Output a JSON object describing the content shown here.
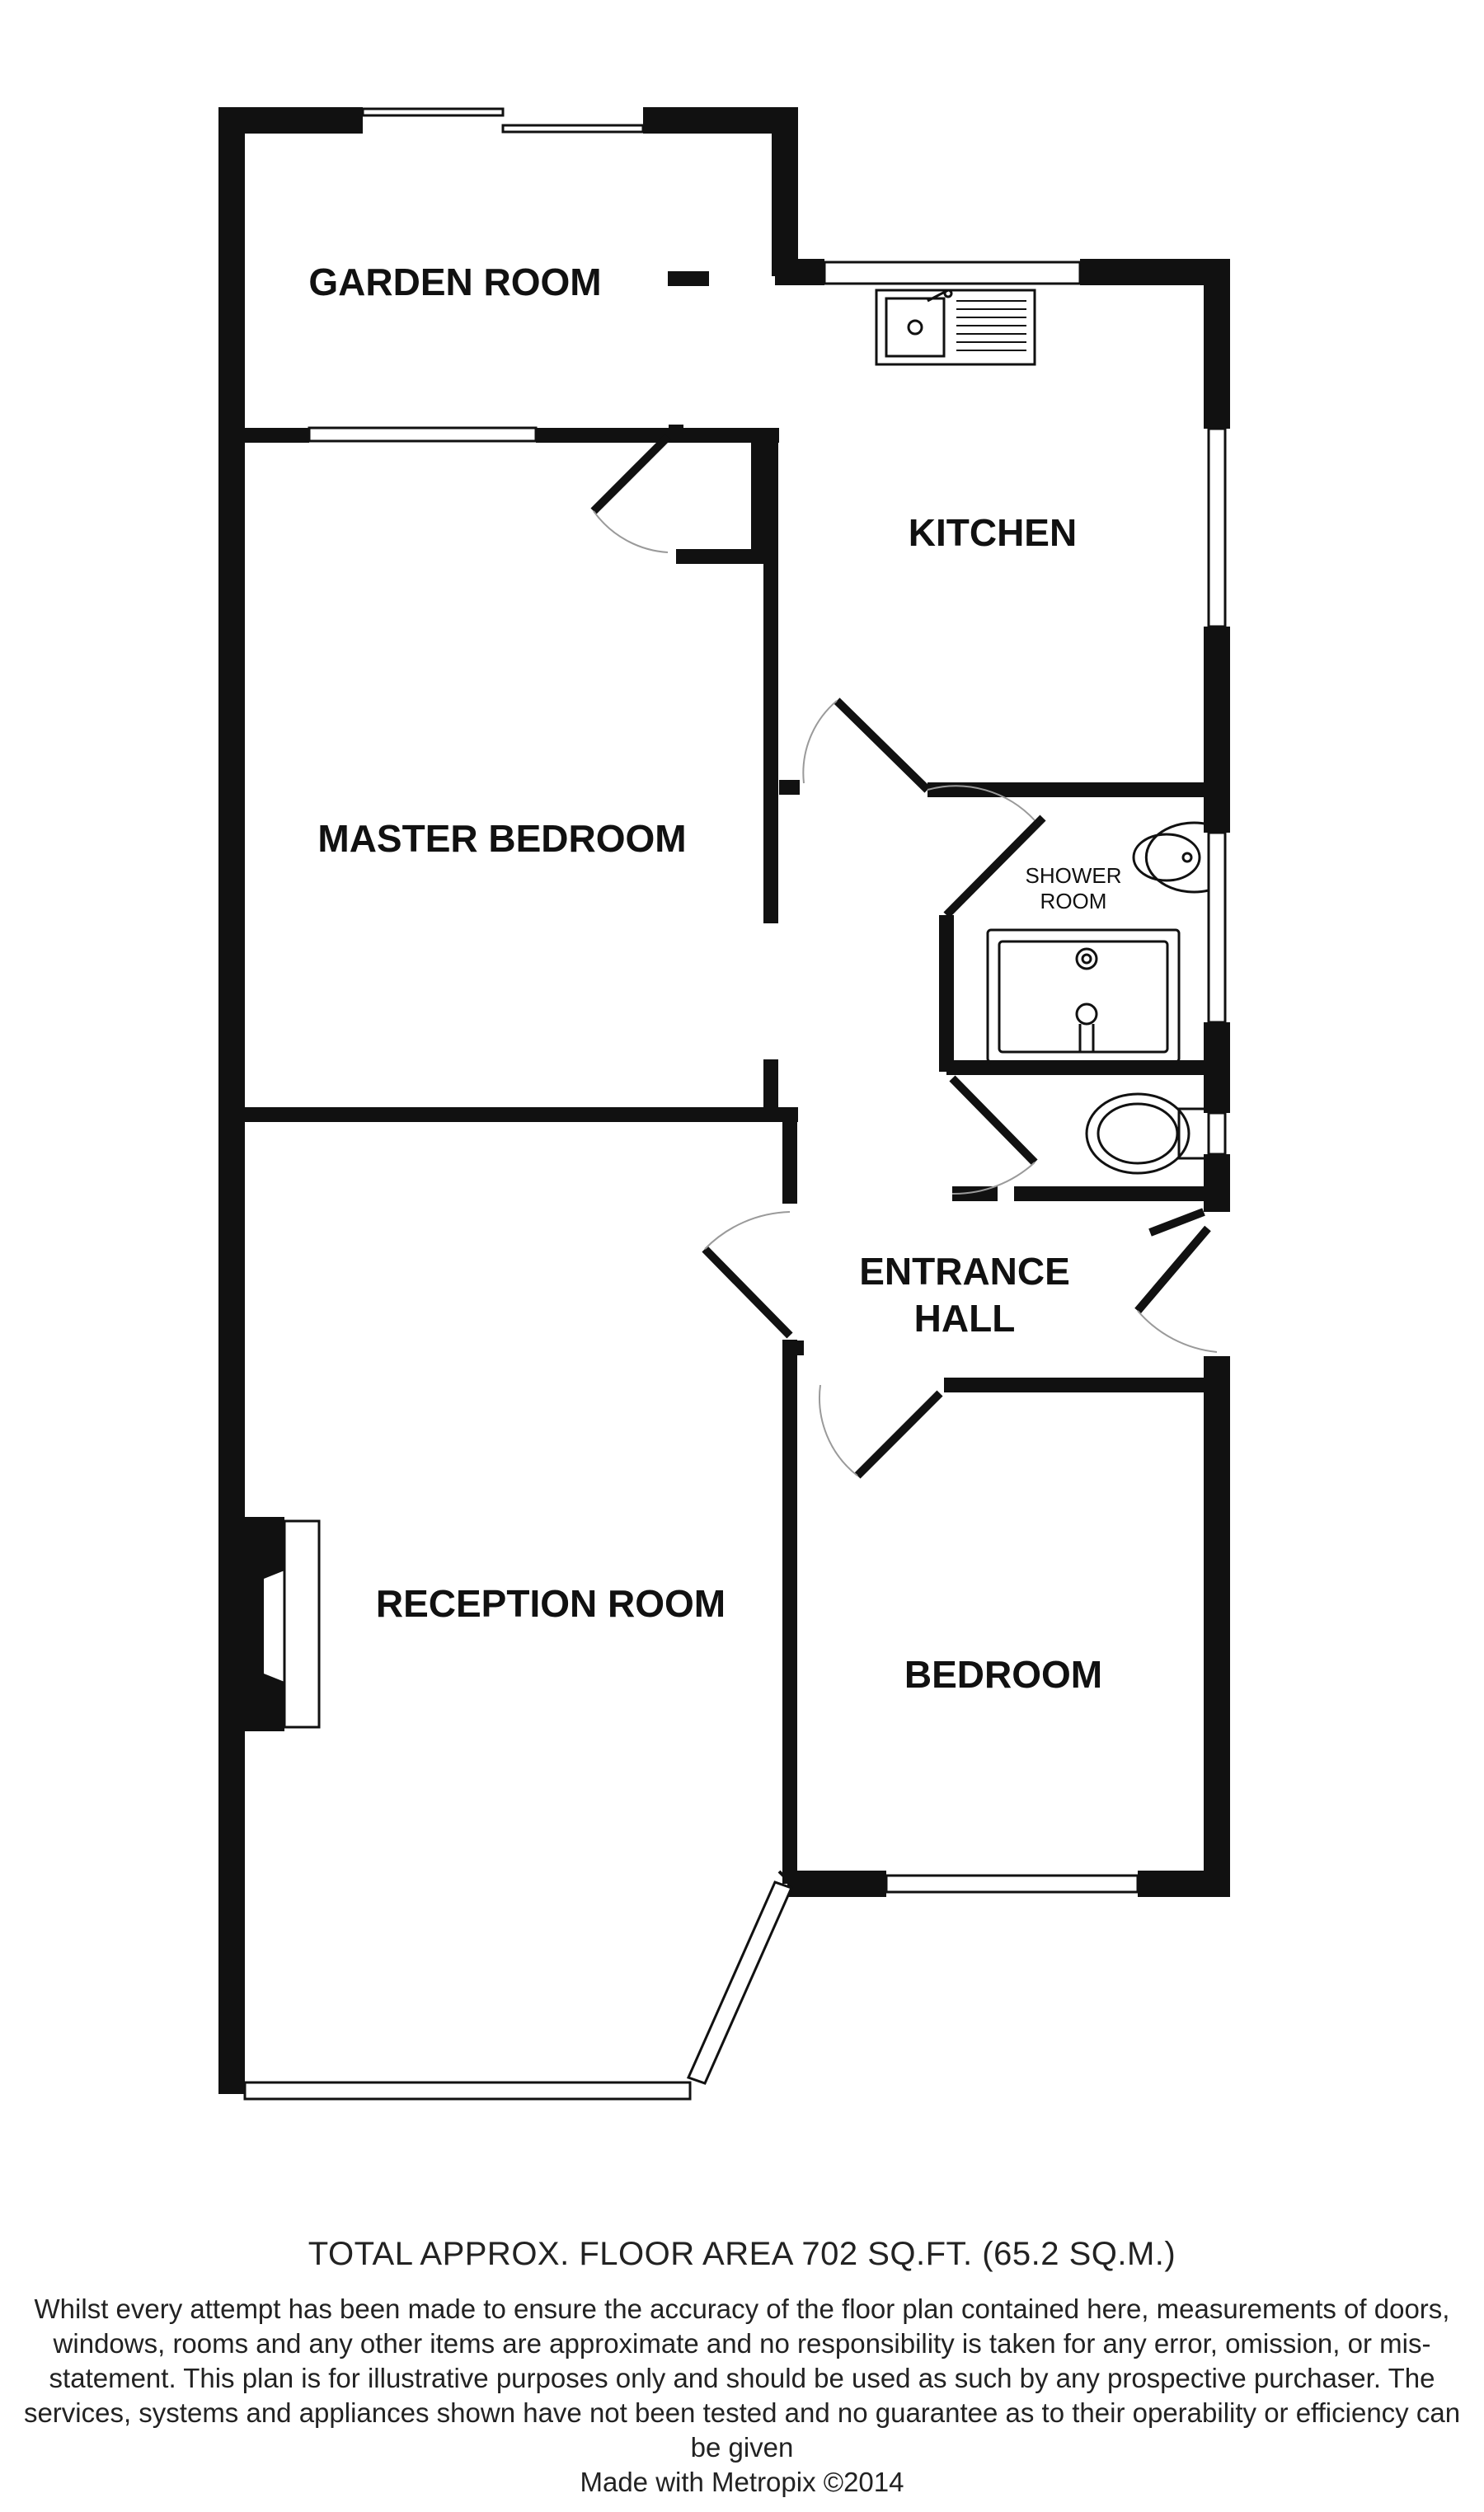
{
  "rooms": {
    "garden_room": "GARDEN ROOM",
    "kitchen": "KITCHEN",
    "master_bedroom": "MASTER BEDROOM",
    "shower_room_line1": "SHOWER",
    "shower_room_line2": "ROOM",
    "entrance_hall_line1": "ENTRANCE",
    "entrance_hall_line2": "HALL",
    "reception_room": "RECEPTION ROOM",
    "bedroom": "BEDROOM"
  },
  "footer": {
    "total_area": "TOTAL APPROX. FLOOR AREA 702 SQ.FT. (65.2 SQ.M.)",
    "disclaimer": "Whilst every attempt has been made to ensure the accuracy of the floor plan contained here, measurements of doors, windows, rooms and any other items are approximate and no responsibility is taken for any error, omission, or mis-statement. This plan is for illustrative purposes only and should be used as such by any prospective purchaser. The services, systems and appliances shown have not been tested and no guarantee as to their operability or efficiency can be given",
    "credit": "Made with Metropix ©2014"
  }
}
